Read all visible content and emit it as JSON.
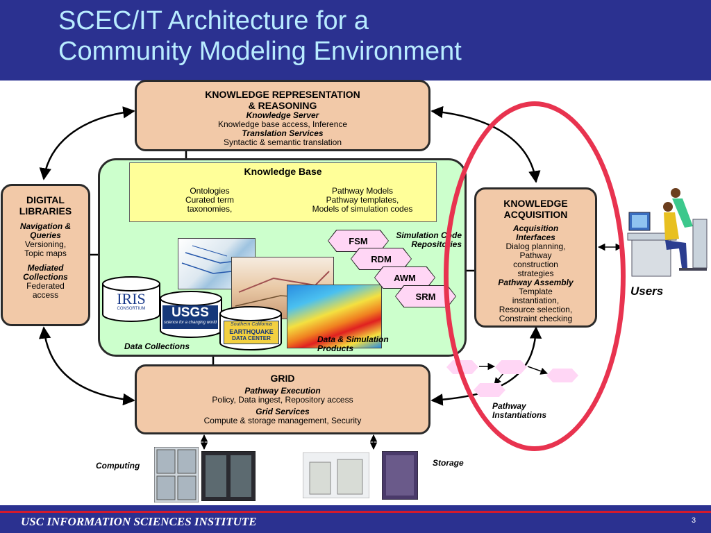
{
  "slide": {
    "title_line1": "SCEC/IT Architecture for a",
    "title_line2": "Community Modeling Environment",
    "footer": "USC INFORMATION SCIENCES INSTITUTE",
    "page_number": "3"
  },
  "krr": {
    "heading1": "KNOWLEDGE REPRESENTATION",
    "heading2": "& REASONING",
    "sub1": "Knowledge Server",
    "text1": "Knowledge base access, Inference",
    "sub2": "Translation Services",
    "text2": "Syntactic & semantic translation"
  },
  "digital_libraries": {
    "heading1": "DIGITAL",
    "heading2": "LIBRARIES",
    "sub1a": "Navigation &",
    "sub1b": "Queries",
    "text1a": "Versioning,",
    "text1b": "Topic maps",
    "sub2a": "Mediated",
    "sub2b": "Collections",
    "text2a": "Federated",
    "text2b": "access"
  },
  "knowledge_acquisition": {
    "heading1": "KNOWLEDGE",
    "heading2": "ACQUISITION",
    "sub1a": "Acquisition",
    "sub1b": "Interfaces",
    "text1a": "Dialog planning,",
    "text1b": "Pathway",
    "text1c": "construction",
    "text1d": "strategies",
    "sub2": "Pathway Assembly",
    "text2a": "Template",
    "text2b": "instantiation,",
    "text2c": "Resource selection,",
    "text2d": "Constraint checking"
  },
  "knowledge_base": {
    "title": "Knowledge Base",
    "left_head": "Ontologies",
    "left_l1": "Curated term",
    "left_l2": "taxonomies,",
    "right_head": "Pathway Models",
    "right_l1": "Pathway templates,",
    "right_l2": "Models of simulation codes"
  },
  "simulation": {
    "label1": "Simulation Code",
    "label2": "Repositories",
    "codes": [
      "FSM",
      "RDM",
      "AWM",
      "SRM"
    ]
  },
  "data_collections": {
    "label": "Data Collections",
    "iris": "IRIS",
    "iris_sub": "CONSORTIUM",
    "usgs": "USGS",
    "usgs_sub": "science for a changing world",
    "scedc1": "Southern California",
    "scedc2": "EARTHQUAKE",
    "scedc3": "DATA CENTER"
  },
  "products": {
    "label1": "Data & Simulation",
    "label2": "Products"
  },
  "grid": {
    "heading": "GRID",
    "sub1": "Pathway Execution",
    "text1": "Policy, Data ingest, Repository access",
    "sub2": "Grid Services",
    "text2": "Compute & storage management, Security"
  },
  "pathway_instantiations": {
    "label1": "Pathway",
    "label2": "Instantiations"
  },
  "users_label": "Users",
  "computing_label": "Computing",
  "storage_label": "Storage",
  "colors": {
    "header_bg": "#2b3190",
    "title": "#b9ecff",
    "box_fill": "#f2c9a8",
    "green_fill": "#ccffcc",
    "kb_fill": "#ffff99",
    "hex_fill": "#ffd6f5",
    "ellipse": "#e8334f",
    "footer_rule": "#d41a2c"
  }
}
